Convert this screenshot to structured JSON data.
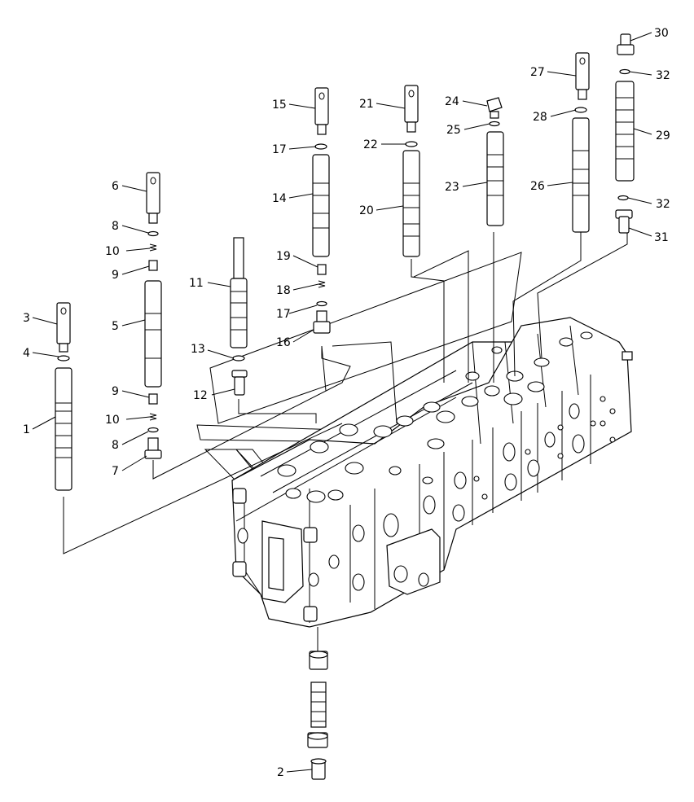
{
  "callouts": [
    {
      "id": "c1",
      "label": "1"
    },
    {
      "id": "c2",
      "label": "2"
    },
    {
      "id": "c3",
      "label": "3"
    },
    {
      "id": "c4",
      "label": "4"
    },
    {
      "id": "c5",
      "label": "5"
    },
    {
      "id": "c6",
      "label": "6"
    },
    {
      "id": "c7",
      "label": "7"
    },
    {
      "id": "c8a",
      "label": "8"
    },
    {
      "id": "c8b",
      "label": "8"
    },
    {
      "id": "c9a",
      "label": "9"
    },
    {
      "id": "c9b",
      "label": "9"
    },
    {
      "id": "c10a",
      "label": "10"
    },
    {
      "id": "c10b",
      "label": "10"
    },
    {
      "id": "c11",
      "label": "11"
    },
    {
      "id": "c12",
      "label": "12"
    },
    {
      "id": "c13",
      "label": "13"
    },
    {
      "id": "c14",
      "label": "14"
    },
    {
      "id": "c15",
      "label": "15"
    },
    {
      "id": "c16",
      "label": "16"
    },
    {
      "id": "c17a",
      "label": "17"
    },
    {
      "id": "c17b",
      "label": "17"
    },
    {
      "id": "c18",
      "label": "18"
    },
    {
      "id": "c19",
      "label": "19"
    },
    {
      "id": "c20",
      "label": "20"
    },
    {
      "id": "c21",
      "label": "21"
    },
    {
      "id": "c22",
      "label": "22"
    },
    {
      "id": "c23",
      "label": "23"
    },
    {
      "id": "c24",
      "label": "24"
    },
    {
      "id": "c25",
      "label": "25"
    },
    {
      "id": "c26",
      "label": "26"
    },
    {
      "id": "c27",
      "label": "27"
    },
    {
      "id": "c28",
      "label": "28"
    },
    {
      "id": "c29",
      "label": "29"
    },
    {
      "id": "c30",
      "label": "30"
    },
    {
      "id": "c31",
      "label": "31"
    },
    {
      "id": "c32a",
      "label": "32"
    },
    {
      "id": "c32b",
      "label": "32"
    }
  ]
}
